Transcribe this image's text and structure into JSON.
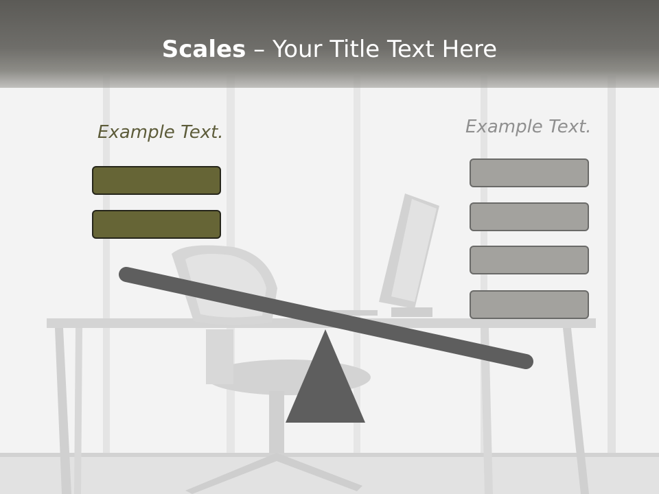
{
  "slide": {
    "title_bold": "Scales",
    "title_rest": " – Your Title Text Here"
  },
  "left_side": {
    "label": "Example Text.",
    "box_count": 2,
    "box_color": "#666536"
  },
  "right_side": {
    "label": "Example Text.",
    "box_count": 4,
    "box_color": "#a3a29e"
  },
  "colors": {
    "header": "#5b5a56",
    "beam": "#5e5e5e",
    "fulcrum": "#5e5e5e"
  }
}
